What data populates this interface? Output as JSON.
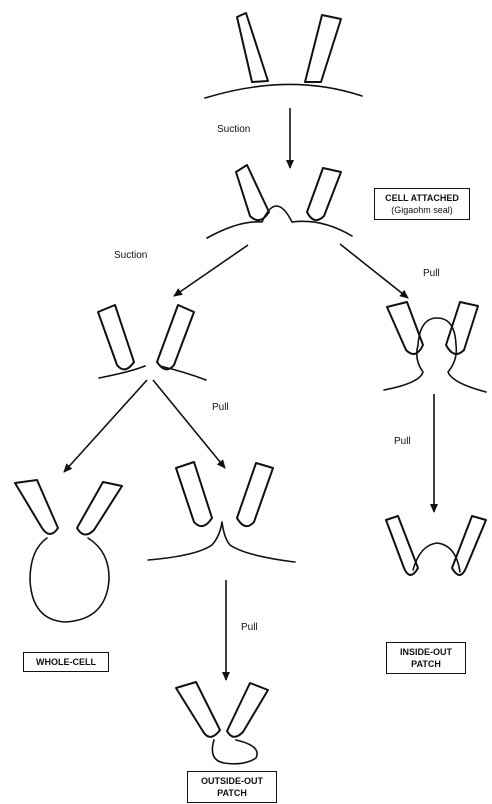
{
  "labels": {
    "suction_top": "Suction",
    "suction_left": "Suction",
    "pull_right": "Pull",
    "pull_right_lower": "Pull",
    "pull_middle": "Pull",
    "pull_bottom": "Pull"
  },
  "boxes": {
    "cell_attached": {
      "line1": "CELL ATTACHED",
      "line2": "(Gigaohm seal)"
    },
    "whole_cell": {
      "line1": "WHOLE-CELL"
    },
    "inside_out": {
      "line1": "INSIDE-OUT",
      "line2": "PATCH"
    },
    "outside_out": {
      "line1": "OUTSIDE-OUT",
      "line2": "PATCH"
    }
  }
}
